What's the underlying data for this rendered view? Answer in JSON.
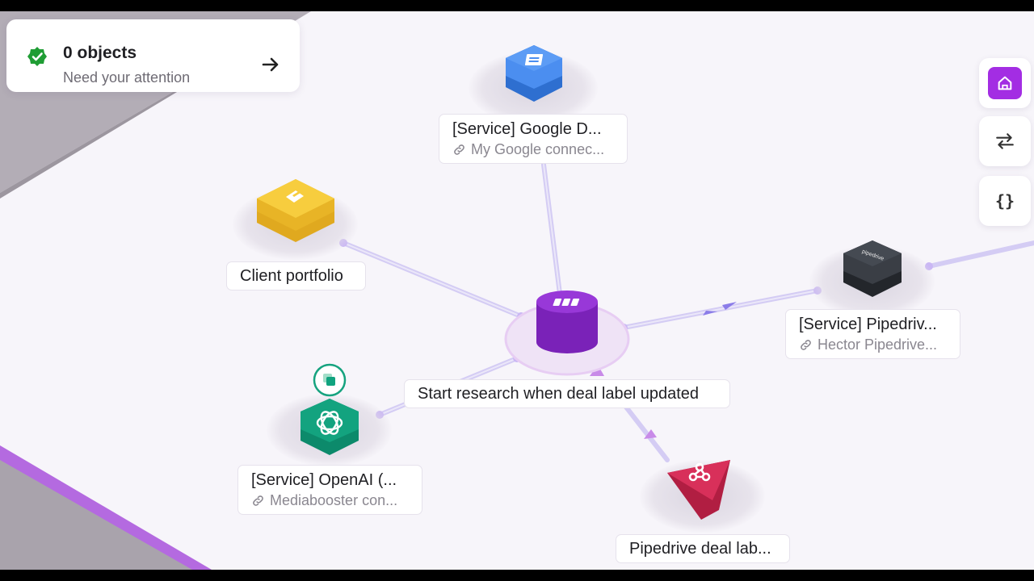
{
  "status_card": {
    "count_label": "0 objects",
    "subtitle": "Need your attention"
  },
  "toolbar": {
    "home_icon": "home-icon",
    "filter_icon": "swap-arrows-icon",
    "code_icon": "braces-icon",
    "code_glyph": "{}"
  },
  "nodes": {
    "google": {
      "title": "[Service] Google D...",
      "connection": "My Google connec...",
      "color": "#3f83e8"
    },
    "portfolio": {
      "title": "Client portfolio",
      "color": "#f5c431"
    },
    "pipedrive_service": {
      "title": "[Service] Pipedriv...",
      "connection": "Hector Pipedrive...",
      "color": "#32363d",
      "logo_text": "pipedrive"
    },
    "center": {
      "title": "Start research when deal label updated",
      "color": "#8e2fd2"
    },
    "openai": {
      "title": "[Service] OpenAI (...",
      "connection": "Mediabooster con...",
      "color": "#10a37f"
    },
    "webhook": {
      "title": "Pipedrive deal lab...",
      "color": "#d32d54"
    }
  },
  "colors": {
    "edge": "#cdc5f2",
    "edge_arrow": "#8b7ce8",
    "purple_stripe": "#b46ae0",
    "panel_gray": "#b0aab4"
  }
}
